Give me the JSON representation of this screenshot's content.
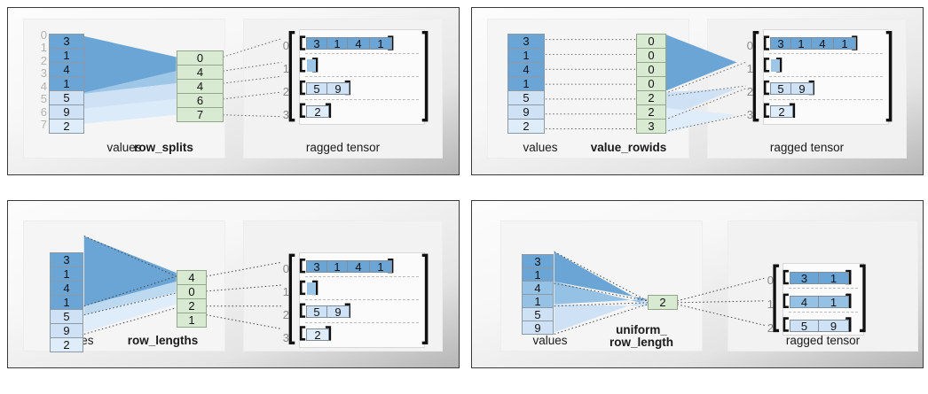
{
  "colors": {
    "dark_blue": "#6aa5d6",
    "mid_blue": "#9cc5e6",
    "light_blue": "#cfe2f5",
    "pale_blue": "#dfecfa",
    "green": "#d9ead3",
    "green_border": "#93a68c",
    "bracket": "#111111",
    "index_gray": "#b2b2b2",
    "panel_border": "#3a3a3a"
  },
  "panels": [
    {
      "id": "row-splits",
      "encoding_label": "row_splits",
      "values_label": "values",
      "tensor_label": "ragged tensor",
      "values": [
        3,
        1,
        4,
        1,
        5,
        9,
        2
      ],
      "value_indices": [
        0,
        1,
        2,
        3,
        4,
        5,
        6,
        7
      ],
      "show_value_indices": true,
      "encoding": [
        0,
        4,
        4,
        6,
        7
      ],
      "rows": [
        {
          "index": "0",
          "items": [
            3,
            1,
            4,
            1
          ]
        },
        {
          "index": "1",
          "items": []
        },
        {
          "index": "2",
          "items": [
            5,
            9
          ]
        },
        {
          "index": "3",
          "items": [
            2
          ]
        }
      ]
    },
    {
      "id": "value-rowids",
      "encoding_label": "value_rowids",
      "values_label": "values",
      "tensor_label": "ragged tensor",
      "values": [
        3,
        1,
        4,
        1,
        5,
        9,
        2
      ],
      "value_indices": [],
      "show_value_indices": false,
      "encoding": [
        0,
        0,
        0,
        0,
        2,
        2,
        3
      ],
      "rows": [
        {
          "index": "0",
          "items": [
            3,
            1,
            4,
            1
          ]
        },
        {
          "index": "1",
          "items": []
        },
        {
          "index": "2",
          "items": [
            5,
            9
          ]
        },
        {
          "index": "3",
          "items": [
            2
          ]
        }
      ]
    },
    {
      "id": "row-lengths",
      "encoding_label": "row_lengths",
      "values_label": "values",
      "tensor_label": "ragged tensor",
      "values": [
        3,
        1,
        4,
        1,
        5,
        9,
        2
      ],
      "value_indices": [],
      "show_value_indices": false,
      "encoding": [
        4,
        0,
        2,
        1
      ],
      "rows": [
        {
          "index": "0",
          "items": [
            3,
            1,
            4,
            1
          ]
        },
        {
          "index": "1",
          "items": []
        },
        {
          "index": "2",
          "items": [
            5,
            9
          ]
        },
        {
          "index": "3",
          "items": [
            2
          ]
        }
      ]
    },
    {
      "id": "uniform-row-length",
      "encoding_label": "uniform_\nrow_length",
      "values_label": "values",
      "tensor_label": "ragged tensor",
      "values": [
        3,
        1,
        4,
        1,
        5,
        9
      ],
      "value_indices": [],
      "show_value_indices": false,
      "encoding": [
        2
      ],
      "rows": [
        {
          "index": "0",
          "items": [
            3,
            1
          ]
        },
        {
          "index": "1",
          "items": [
            4,
            1
          ]
        },
        {
          "index": "2",
          "items": [
            5,
            9
          ]
        }
      ]
    }
  ]
}
